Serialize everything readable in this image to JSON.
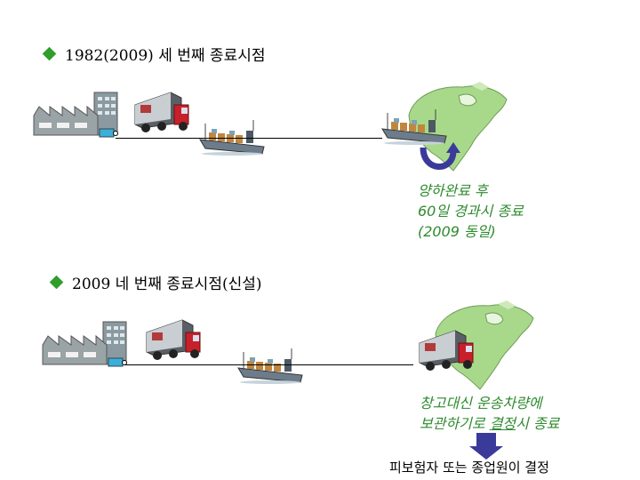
{
  "section1": {
    "heading": "1982(2009) 세 번째 종료시점",
    "note_lines": [
      "양하완료 후",
      "60일 경과시 종료",
      "(2009 동일)"
    ]
  },
  "section2": {
    "heading": "2009 네 번째 종료시점(신설)",
    "note_line1": "창고대신 운송차량에",
    "note_line2_pre": "보관하기로 ",
    "note_line2_underlined": "결정",
    "note_line2_post": "시 종료",
    "decider": "피보험자 또는 종업원이 결정"
  },
  "icons": [
    "factory-icon",
    "truck-icon",
    "ship-icon",
    "north-america-map-icon",
    "u-turn-arrow-icon",
    "down-arrow-icon",
    "bullet-diamond-icon"
  ],
  "colors": {
    "bullet": "#2f9e2a",
    "note_text": "#2e8b2e",
    "map_land": "#a8d98a",
    "arrow": "#3a3a9a"
  }
}
